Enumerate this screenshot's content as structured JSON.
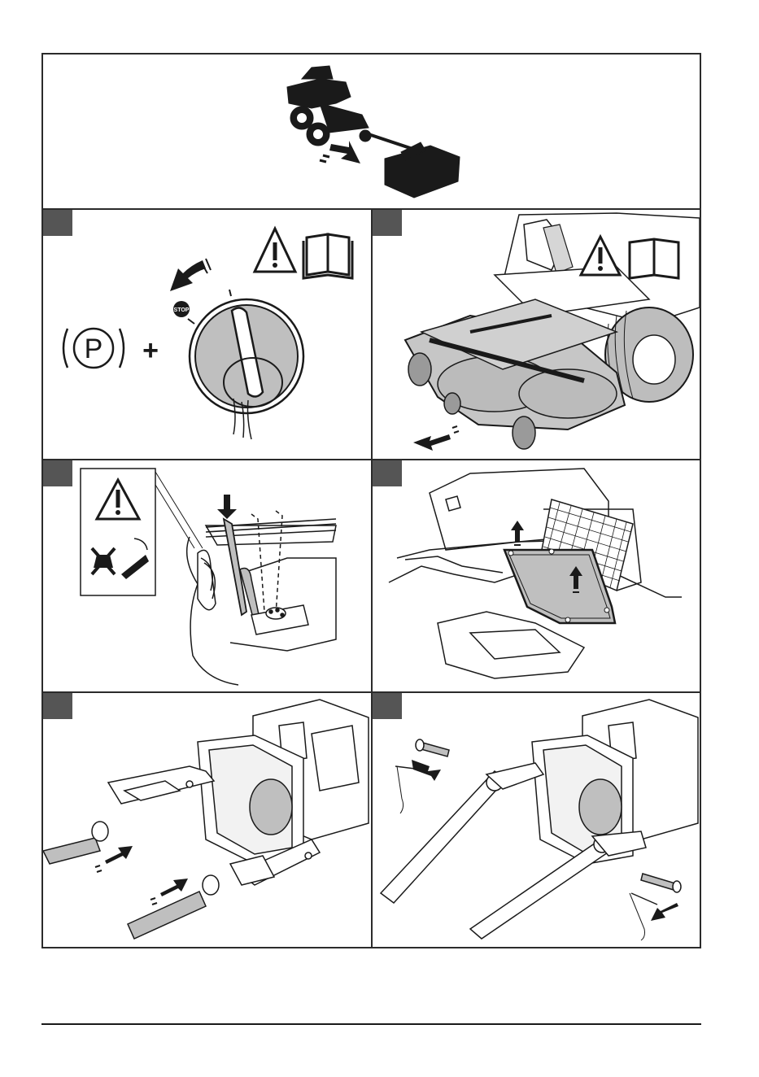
{
  "colors": {
    "line": "#2b2b2b",
    "marker": "#555555",
    "fill_grey": "#bfbfbf",
    "background": "#ffffff"
  },
  "panels": [
    {
      "id": "top",
      "icons": [
        "tractor-with-attachment-illustration",
        "push-arrow-icon"
      ]
    },
    {
      "id": "p1",
      "icons": [
        "parking-brake-icon",
        "plus-icon",
        "ignition-key-dial-icon",
        "rotate-arrow-icon",
        "stop-icon",
        "warning-icon",
        "manual-icon"
      ]
    },
    {
      "id": "p2",
      "icons": [
        "mower-deck-illustration",
        "warning-icon",
        "manual-icon",
        "pull-arrow-icon"
      ]
    },
    {
      "id": "p3",
      "icons": [
        "warning-icon",
        "no-crush-icon",
        "lever-positions-illustration",
        "down-arrow-icon"
      ]
    },
    {
      "id": "p4",
      "icons": [
        "floor-panel-illustration",
        "up-arrow-icon"
      ]
    },
    {
      "id": "p5",
      "icons": [
        "lift-arm-illustration",
        "push-arrow-icon"
      ]
    },
    {
      "id": "p6",
      "icons": [
        "pin-insertion-illustration",
        "push-arrow-icon"
      ]
    }
  ],
  "labels": {
    "stop": "STOP",
    "parking": "P",
    "plus": "+"
  },
  "footer": {
    "text": ""
  }
}
